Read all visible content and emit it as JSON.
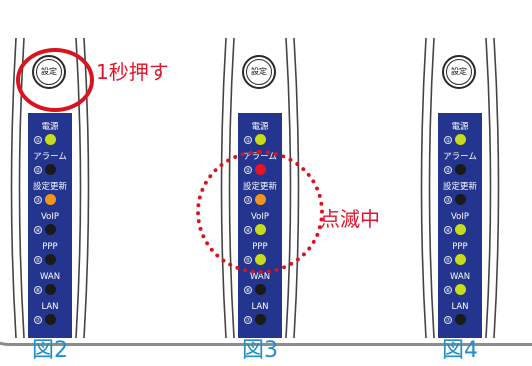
{
  "figures": [
    {
      "label": "図2",
      "button_label": "設定",
      "leds": [
        {
          "label": "電源",
          "num": "①",
          "color": "#c8dc1e"
        },
        {
          "label": "アラーム",
          "num": "②",
          "color": "#1a1a1a"
        },
        {
          "label": "設定更新",
          "num": "③",
          "color": "#f0961e"
        },
        {
          "label": "VoIP",
          "num": "④",
          "color": "#1a1a1a"
        },
        {
          "label": "PPP",
          "num": "⑤",
          "color": "#1a1a1a"
        },
        {
          "label": "WAN",
          "num": "⑥",
          "color": "#1a1a1a"
        },
        {
          "label": "LAN",
          "num": "⑦",
          "color": "#1a1a1a"
        }
      ]
    },
    {
      "label": "図3",
      "button_label": "設定",
      "leds": [
        {
          "label": "電源",
          "num": "①",
          "color": "#c8dc1e"
        },
        {
          "label": "アラーム",
          "num": "②",
          "color": "#e2162a"
        },
        {
          "label": "設定更新",
          "num": "③",
          "color": "#f0961e"
        },
        {
          "label": "VoIP",
          "num": "④",
          "color": "#c8dc1e"
        },
        {
          "label": "PPP",
          "num": "⑤",
          "color": "#c8dc1e"
        },
        {
          "label": "WAN",
          "num": "⑥",
          "color": "#1a1a1a"
        },
        {
          "label": "LAN",
          "num": "⑦",
          "color": "#1a1a1a"
        }
      ]
    },
    {
      "label": "図4",
      "button_label": "設定",
      "leds": [
        {
          "label": "電源",
          "num": "①",
          "color": "#c8dc1e"
        },
        {
          "label": "アラーム",
          "num": "②",
          "color": "#1a1a1a"
        },
        {
          "label": "設定更新",
          "num": "③",
          "color": "#1a1a1a"
        },
        {
          "label": "VoIP",
          "num": "④",
          "color": "#c8dc1e"
        },
        {
          "label": "PPP",
          "num": "⑤",
          "color": "#c8dc1e"
        },
        {
          "label": "WAN",
          "num": "⑥",
          "color": "#c8dc1e"
        },
        {
          "label": "LAN",
          "num": "⑦",
          "color": "#1a1a1a"
        }
      ]
    }
  ],
  "annotations": {
    "press_one_second": "1秒押す",
    "blinking": "点滅中"
  },
  "colors": {
    "panel": "#23358f",
    "highlight": "#d8141f",
    "figure_label": "#1e8fc8"
  }
}
